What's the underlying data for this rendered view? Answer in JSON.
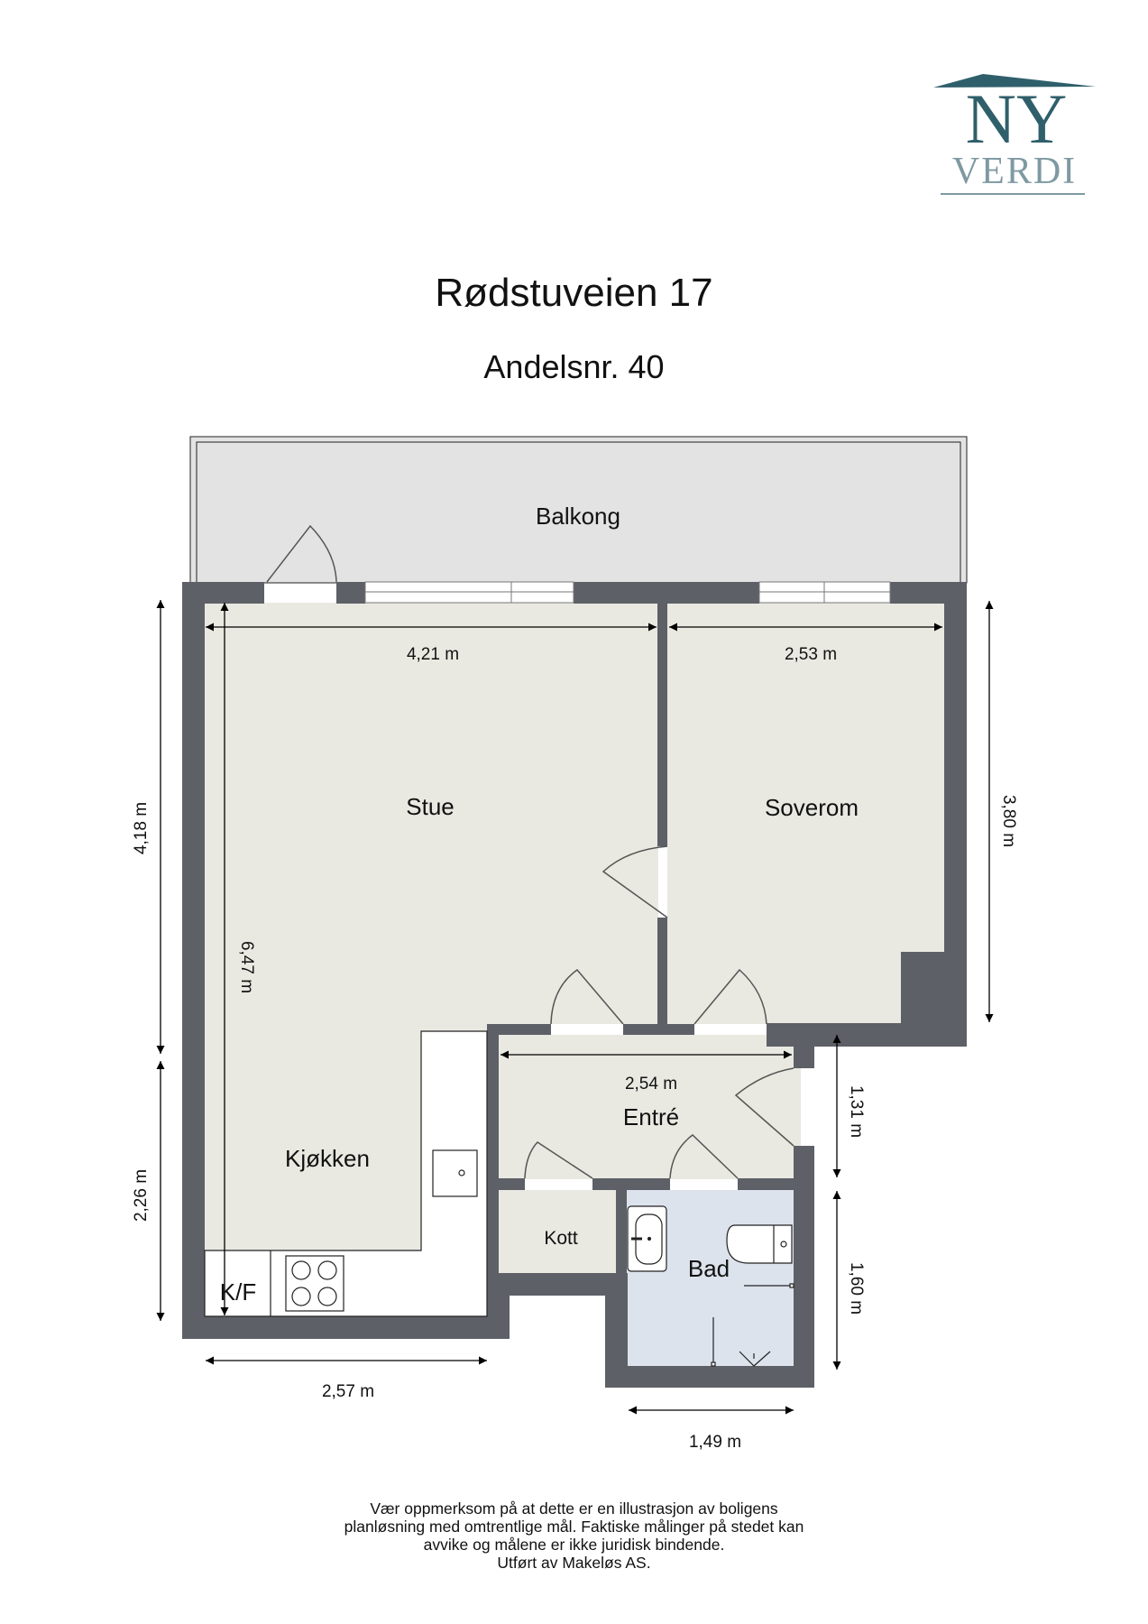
{
  "logo": {
    "line1": "NY",
    "line2": "VERDI",
    "primary_color": "#2f5f6b",
    "secondary_color": "#7e99a2"
  },
  "header": {
    "title": "Rødstuveien 17",
    "subtitle": "Andelsnr. 40"
  },
  "rooms": {
    "balkong": "Balkong",
    "stue": "Stue",
    "soverom": "Soverom",
    "kjokken": "Kjøkken",
    "entre": "Entré",
    "kott": "Kott",
    "bad": "Bad",
    "kf": "K/F"
  },
  "dimensions": {
    "stue_width": "4,21 m",
    "soverom_width": "2,53 m",
    "entre_width": "2,54 m",
    "kjokken_width": "2,57 m",
    "bad_width": "1,49 m",
    "stue_height": "4,18 m",
    "kjokken_height": "2,26 m",
    "total_height": "6,47 m",
    "soverom_height": "3,80 m",
    "entre_height": "1,31 m",
    "bad_height": "1,60 m"
  },
  "colors": {
    "wall": "#5d6066",
    "floor": "#e9e9e2",
    "balcony": "#e3e3e3",
    "bathroom": "#dce3ec",
    "counter": "#ffffff"
  },
  "footer": {
    "lines": [
      "Vær oppmerksom på at dette er en illustrasjon av boligens",
      "planløsning med omtrentlige mål. Faktiske målinger på stedet kan",
      "avvike og målene er ikke juridisk bindende.",
      "Utført av Makeløs AS."
    ]
  }
}
